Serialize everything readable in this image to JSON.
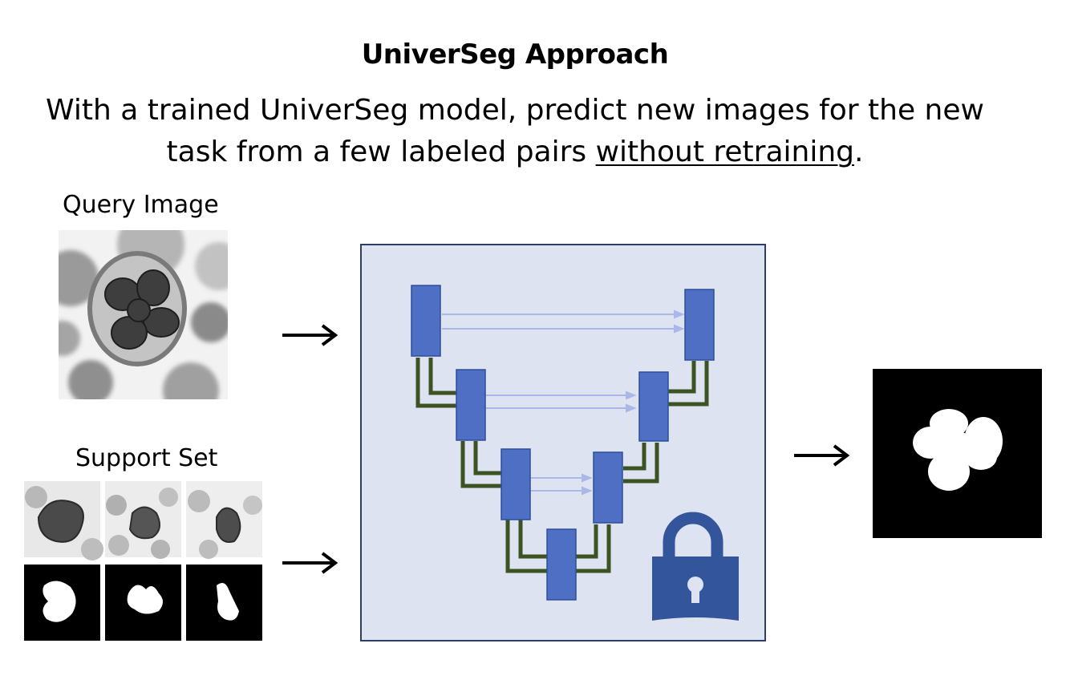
{
  "title": "UniverSeg Approach",
  "subtitle": {
    "line1": "With a trained UniverSeg model, predict new images for the new",
    "line2_pre": "task from a few labeled pairs ",
    "line2_underlined": "without retraining",
    "line2_post": "."
  },
  "query_label": "Query Image",
  "support_label": "Support Set",
  "colors": {
    "block": "#4f6fc5",
    "block_edge": "#2f4f9a",
    "connector": "#3b5323",
    "skip": "#aab8e8",
    "box_fill": "#dde3f0",
    "box_edge": "#2f3e66",
    "lock": "#33559c"
  },
  "icons": [
    "lock-icon",
    "arrow-right-icon"
  ]
}
